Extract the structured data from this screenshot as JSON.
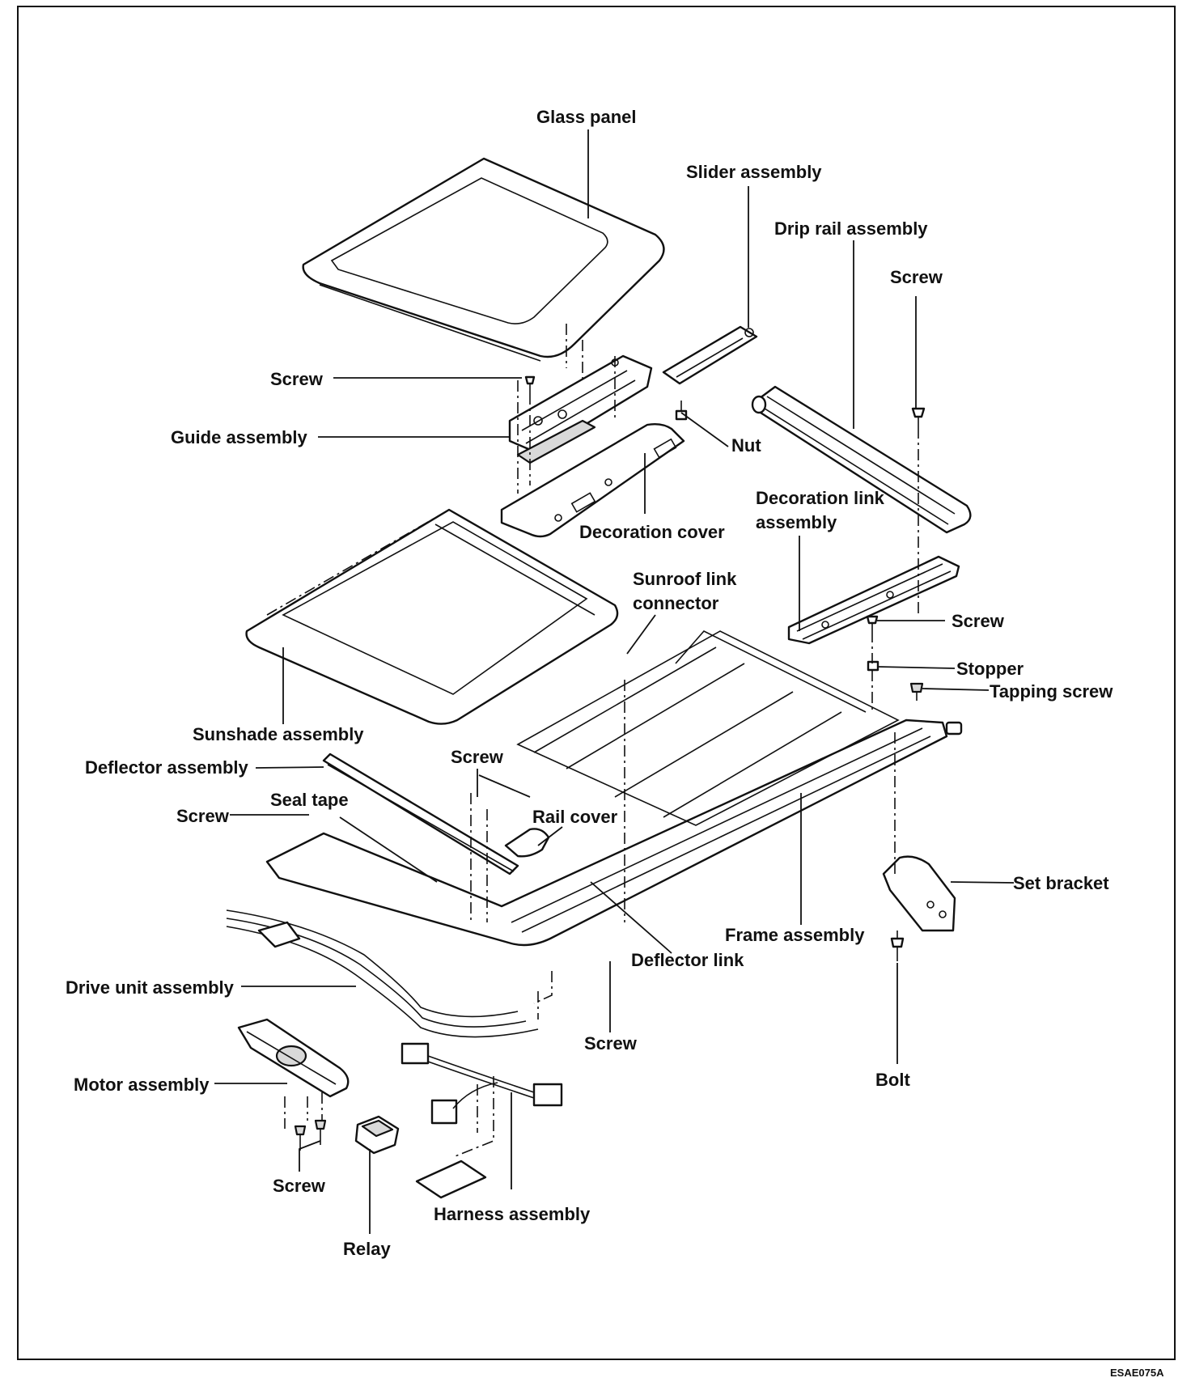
{
  "labels": {
    "glass_panel": "Glass panel",
    "slider_assembly": "Slider assembly",
    "drip_rail_assembly": "Drip rail assembly",
    "screw": "Screw",
    "guide_assembly": "Guide assembly",
    "nut": "Nut",
    "decoration_link_assembly_1": "Decoration link",
    "decoration_link_assembly_2": "assembly",
    "decoration_cover": "Decoration cover",
    "sunroof_link_connector_1": "Sunroof link",
    "sunroof_link_connector_2": "connector",
    "stopper": "Stopper",
    "tapping_screw": "Tapping screw",
    "sunshade_assembly": "Sunshade assembly",
    "deflector_assembly": "Deflector assembly",
    "seal_tape": "Seal tape",
    "rail_cover": "Rail cover",
    "set_bracket": "Set bracket",
    "frame_assembly": "Frame assembly",
    "deflector_link": "Deflector link",
    "drive_unit_assembly": "Drive unit assembly",
    "bolt": "Bolt",
    "motor_assembly": "Motor assembly",
    "relay": "Relay",
    "harness_assembly": "Harness assembly"
  },
  "figure_code": "ESAE075A"
}
